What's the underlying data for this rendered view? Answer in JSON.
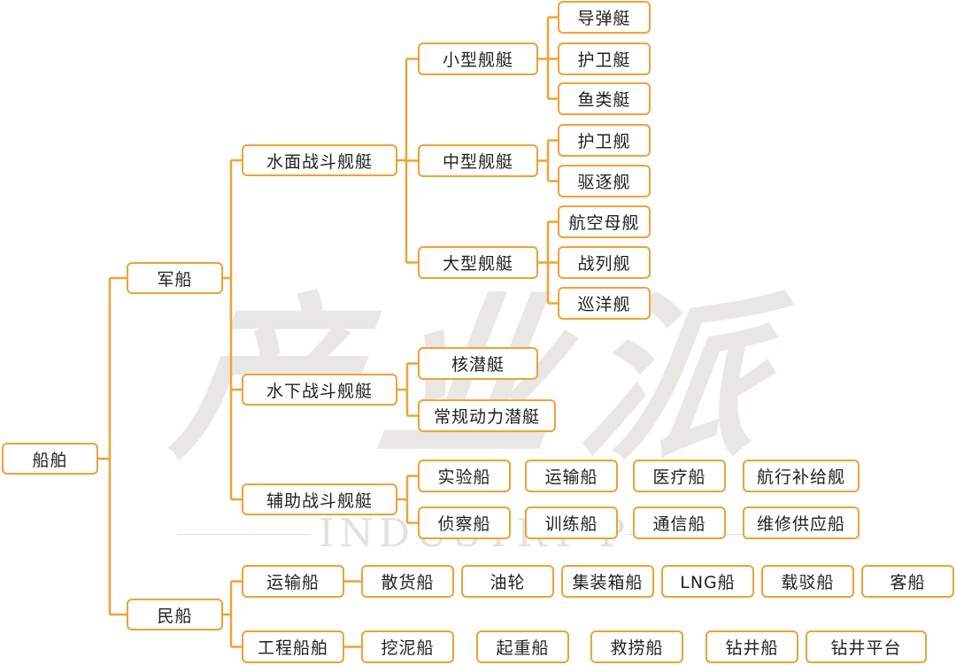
{
  "watermark": {
    "text": "产业派",
    "sub": "INDUSTRY P"
  },
  "colors": {
    "line": "#f0a236",
    "border": "#f0a236",
    "text": "#1f1f1f",
    "watermark": "#e9e7e4"
  },
  "nodes": {
    "root": "船舶",
    "military": "军船",
    "civil": "民船",
    "surface": "水面战斗舰艇",
    "underwater": "水下战斗舰艇",
    "auxiliary": "辅助战斗舰艇",
    "small": "小型舰艇",
    "medium": "中型舰艇",
    "large": "大型舰艇",
    "missile_boat": "导弹艇",
    "patrol_boat": "护卫艇",
    "torpedo_boat": "鱼类艇",
    "frigate": "护卫舰",
    "destroyer": "驱逐舰",
    "carrier": "航空母舰",
    "battleship": "战列舰",
    "cruiser": "巡洋舰",
    "nuclear_sub": "核潜艇",
    "conventional_sub": "常规动力潜艇",
    "experiment": "实验船",
    "aux_transport": "运输船",
    "medical": "医疗船",
    "replenishment": "航行补给舰",
    "recon": "侦察船",
    "training": "训练船",
    "comms": "通信船",
    "repair": "维修供应船",
    "civil_transport": "运输船",
    "engineering": "工程船舶",
    "bulk": "散货船",
    "tanker": "油轮",
    "container": "集装箱船",
    "lng": "LNG船",
    "barge": "载驳船",
    "passenger": "客船",
    "dredger": "挖泥船",
    "crane": "起重船",
    "salvage": "救捞船",
    "drillship": "钻井船",
    "drill_platform": "钻井平台"
  }
}
